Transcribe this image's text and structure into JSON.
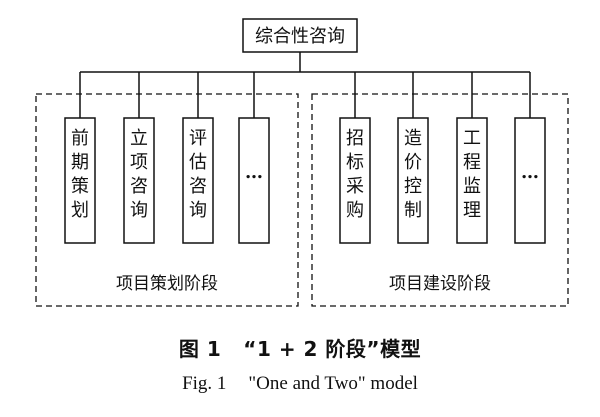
{
  "root": {
    "label": "综合性咨询"
  },
  "groups": [
    {
      "label": "项目策划阶段",
      "items": [
        "前期策划",
        "立项咨询",
        "评估咨询",
        "…"
      ]
    },
    {
      "label": "项目建设阶段",
      "items": [
        "招标采购",
        "造价控制",
        "工程监理",
        "…"
      ]
    }
  ],
  "caption": {
    "cn_number": "图 1",
    "cn_title": "“1 + 2 阶段”模型",
    "en_number": "Fig. 1",
    "en_title": "\"One and Two\" model"
  }
}
